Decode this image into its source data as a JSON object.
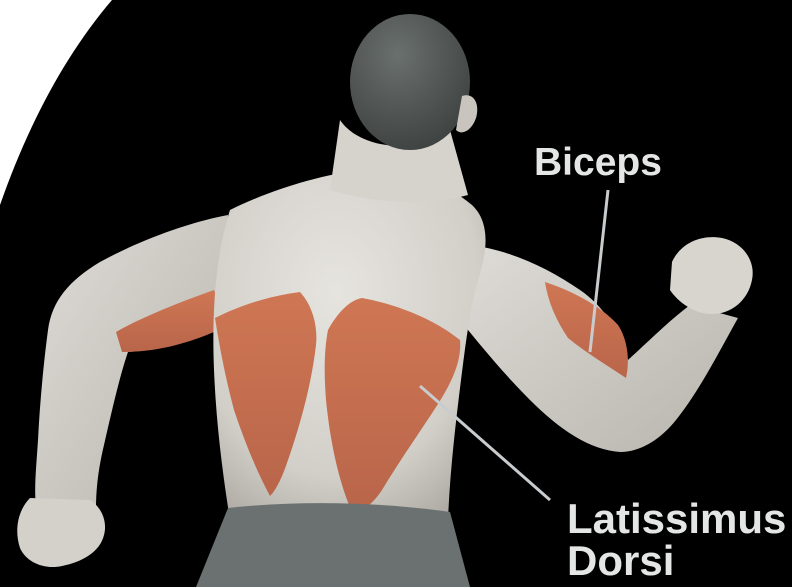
{
  "labels": {
    "biceps": "Biceps",
    "latissimus_line1": "Latissimus",
    "latissimus_line2": "Dorsi"
  },
  "colors": {
    "background": "#000000",
    "corner": "#ffffff",
    "skin": "#dcdad5",
    "skin_shadow": "#b9b6b0",
    "muscle_highlight": "#c9714f",
    "hair": "#4a4f4d",
    "shorts": "#6b7170",
    "label_text": "#e4e5e5",
    "leader_line": "#c9ccce"
  }
}
